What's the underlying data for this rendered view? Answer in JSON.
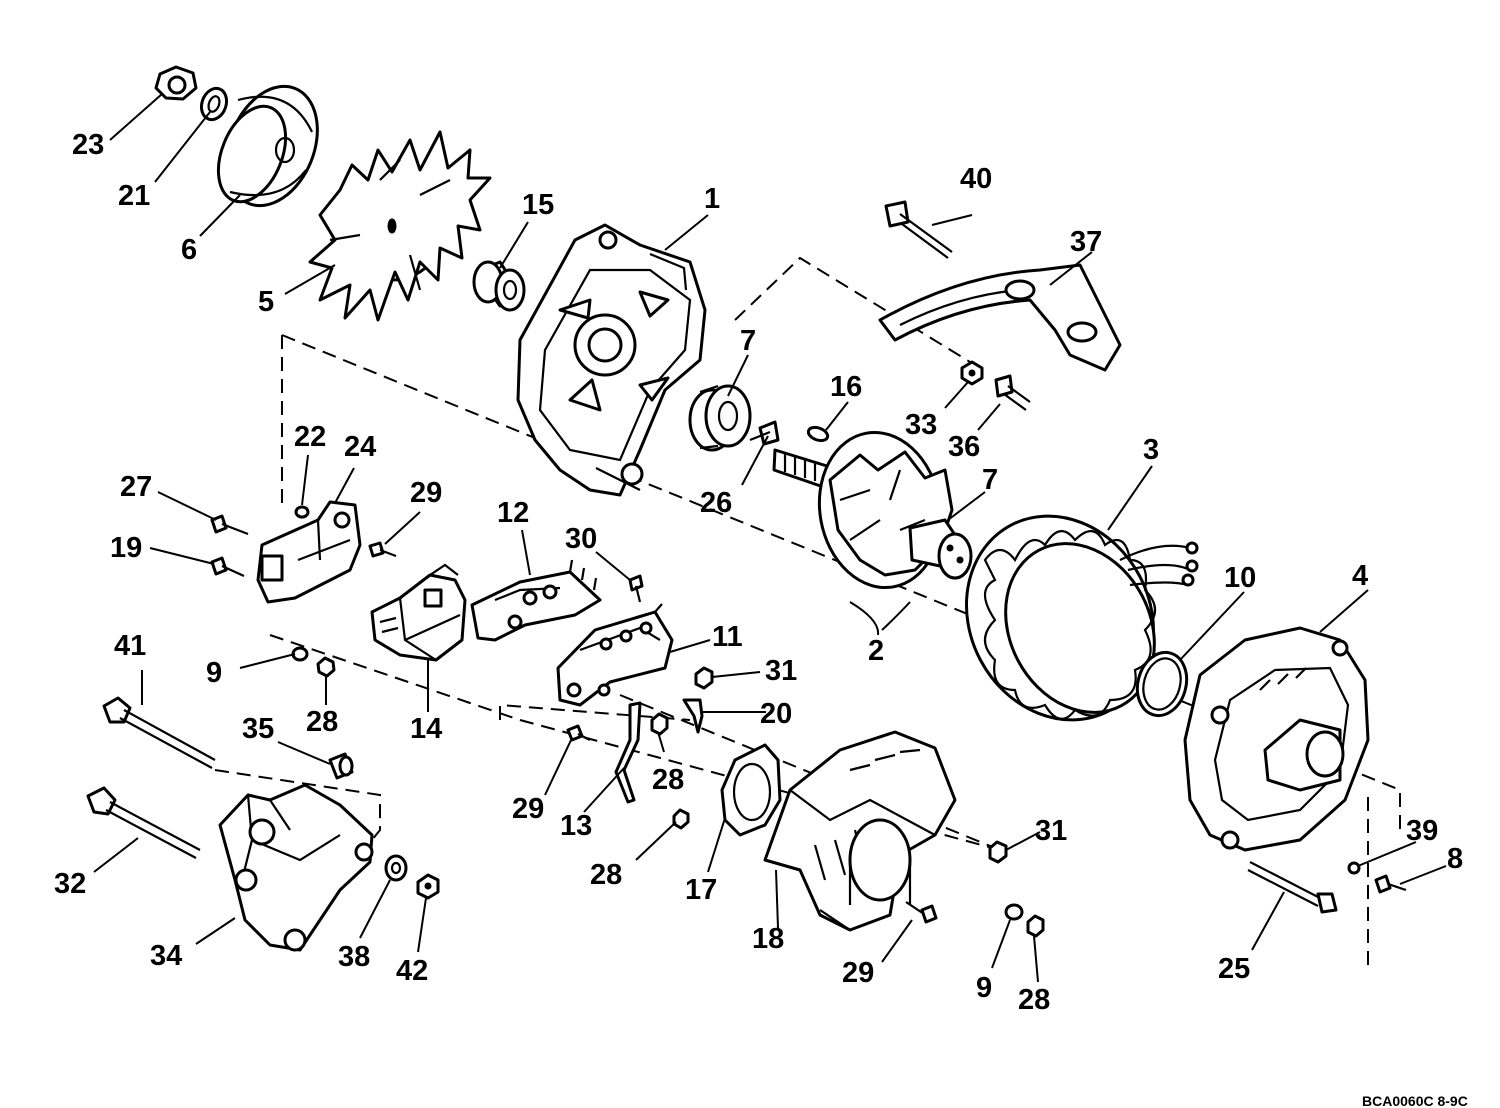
{
  "diagram": {
    "callouts": [
      {
        "id": "c1",
        "label": "1"
      },
      {
        "id": "c2",
        "label": "2"
      },
      {
        "id": "c3",
        "label": "3"
      },
      {
        "id": "c4",
        "label": "4"
      },
      {
        "id": "c5",
        "label": "5"
      },
      {
        "id": "c6",
        "label": "6"
      },
      {
        "id": "c7a",
        "label": "7"
      },
      {
        "id": "c7b",
        "label": "7"
      },
      {
        "id": "c8",
        "label": "8"
      },
      {
        "id": "c9a",
        "label": "9"
      },
      {
        "id": "c9b",
        "label": "9"
      },
      {
        "id": "c10",
        "label": "10"
      },
      {
        "id": "c11",
        "label": "11"
      },
      {
        "id": "c12",
        "label": "12"
      },
      {
        "id": "c13",
        "label": "13"
      },
      {
        "id": "c14",
        "label": "14"
      },
      {
        "id": "c15",
        "label": "15"
      },
      {
        "id": "c16",
        "label": "16"
      },
      {
        "id": "c17",
        "label": "17"
      },
      {
        "id": "c18",
        "label": "18"
      },
      {
        "id": "c19",
        "label": "19"
      },
      {
        "id": "c20",
        "label": "20"
      },
      {
        "id": "c21",
        "label": "21"
      },
      {
        "id": "c22",
        "label": "22"
      },
      {
        "id": "c23",
        "label": "23"
      },
      {
        "id": "c24",
        "label": "24"
      },
      {
        "id": "c25",
        "label": "25"
      },
      {
        "id": "c26",
        "label": "26"
      },
      {
        "id": "c27",
        "label": "27"
      },
      {
        "id": "c28a",
        "label": "28"
      },
      {
        "id": "c28b",
        "label": "28"
      },
      {
        "id": "c28c",
        "label": "28"
      },
      {
        "id": "c28d",
        "label": "28"
      },
      {
        "id": "c29a",
        "label": "29"
      },
      {
        "id": "c29b",
        "label": "29"
      },
      {
        "id": "c29c",
        "label": "29"
      },
      {
        "id": "c30",
        "label": "30"
      },
      {
        "id": "c31a",
        "label": "31"
      },
      {
        "id": "c31b",
        "label": "31"
      },
      {
        "id": "c32",
        "label": "32"
      },
      {
        "id": "c33",
        "label": "33"
      },
      {
        "id": "c34",
        "label": "34"
      },
      {
        "id": "c35",
        "label": "35"
      },
      {
        "id": "c36",
        "label": "36"
      },
      {
        "id": "c37",
        "label": "37"
      },
      {
        "id": "c38",
        "label": "38"
      },
      {
        "id": "c39",
        "label": "39"
      },
      {
        "id": "c40",
        "label": "40"
      },
      {
        "id": "c41",
        "label": "41"
      },
      {
        "id": "c42",
        "label": "42"
      }
    ],
    "reference_code": "BCA0060C    8-9C"
  }
}
